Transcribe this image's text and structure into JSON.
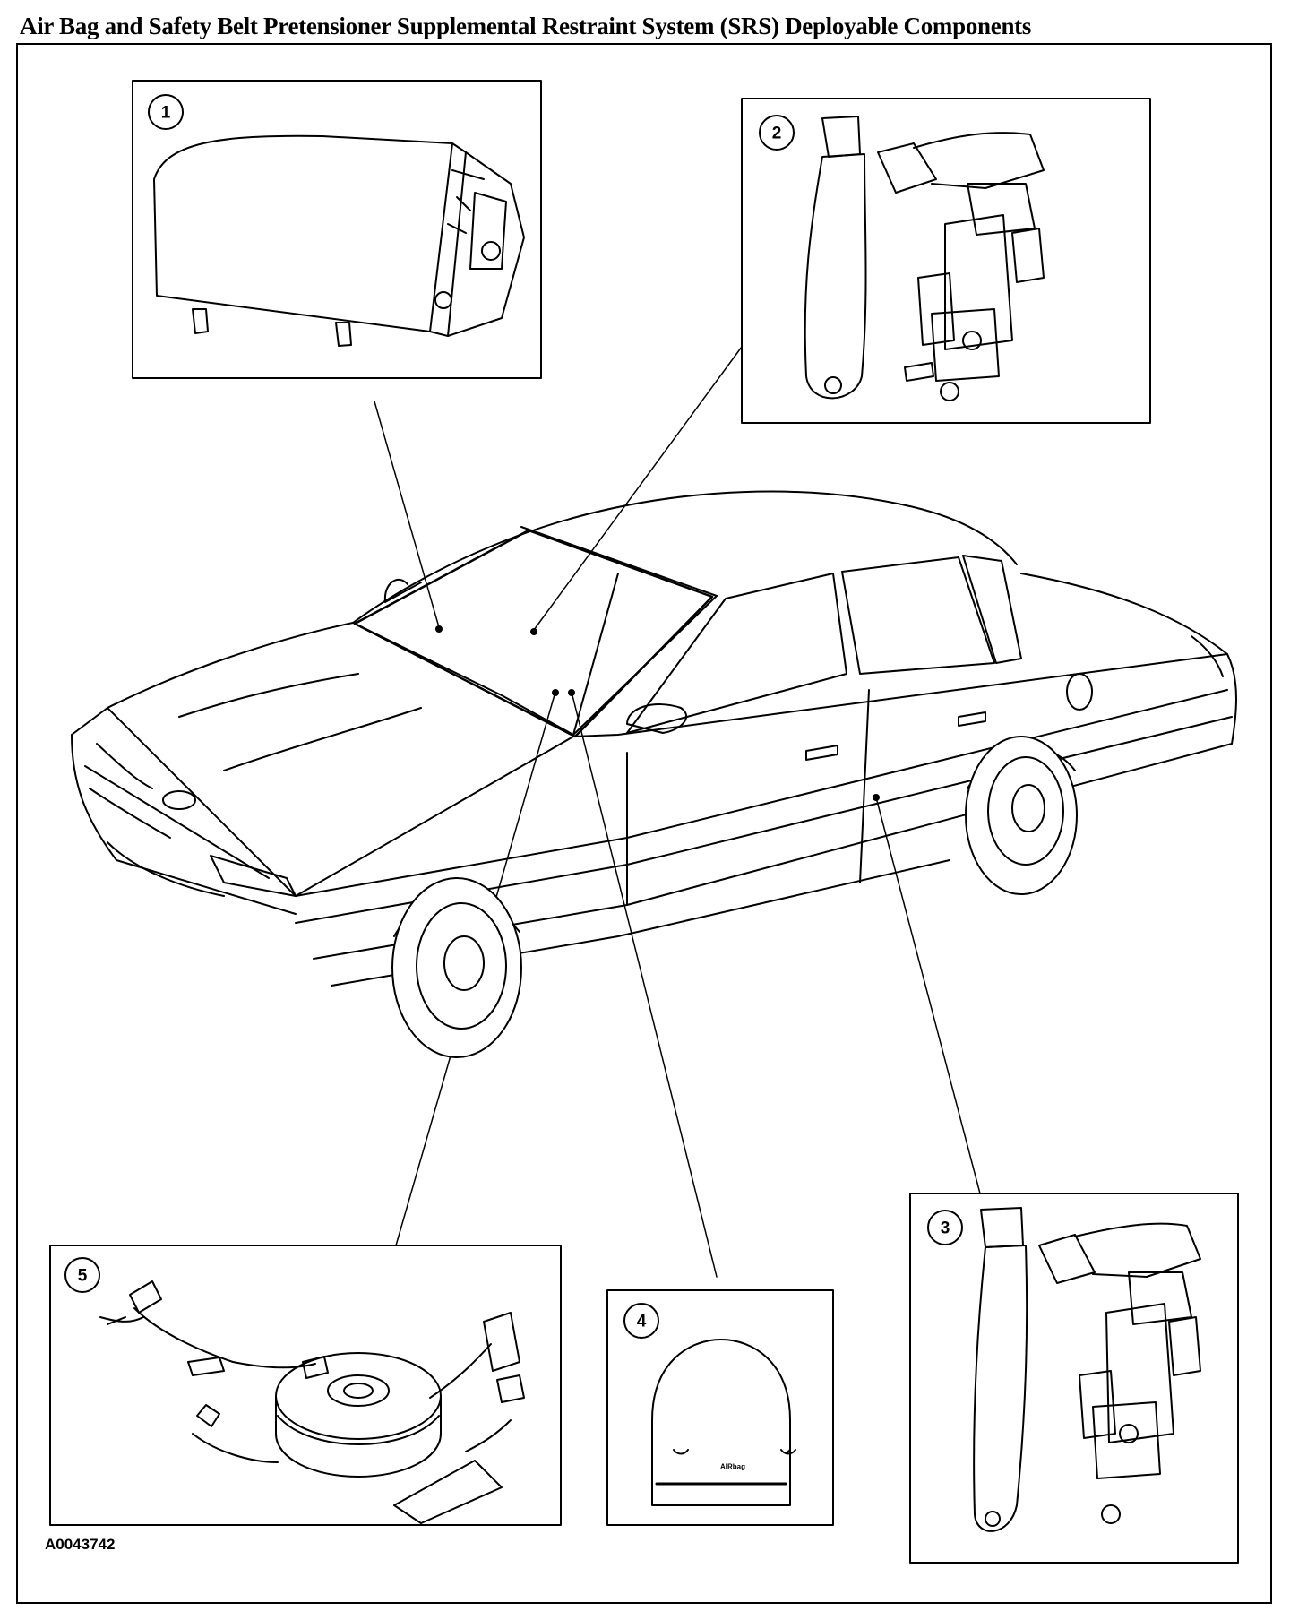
{
  "title": "Air Bag and Safety Belt Pretensioner Supplemental Restraint System (SRS) Deployable Components",
  "figure_code": "A0043742",
  "callouts": {
    "c1": "1",
    "c2": "2",
    "c3": "3",
    "c4": "4",
    "c5": "5"
  },
  "module_label": "AIRbag"
}
